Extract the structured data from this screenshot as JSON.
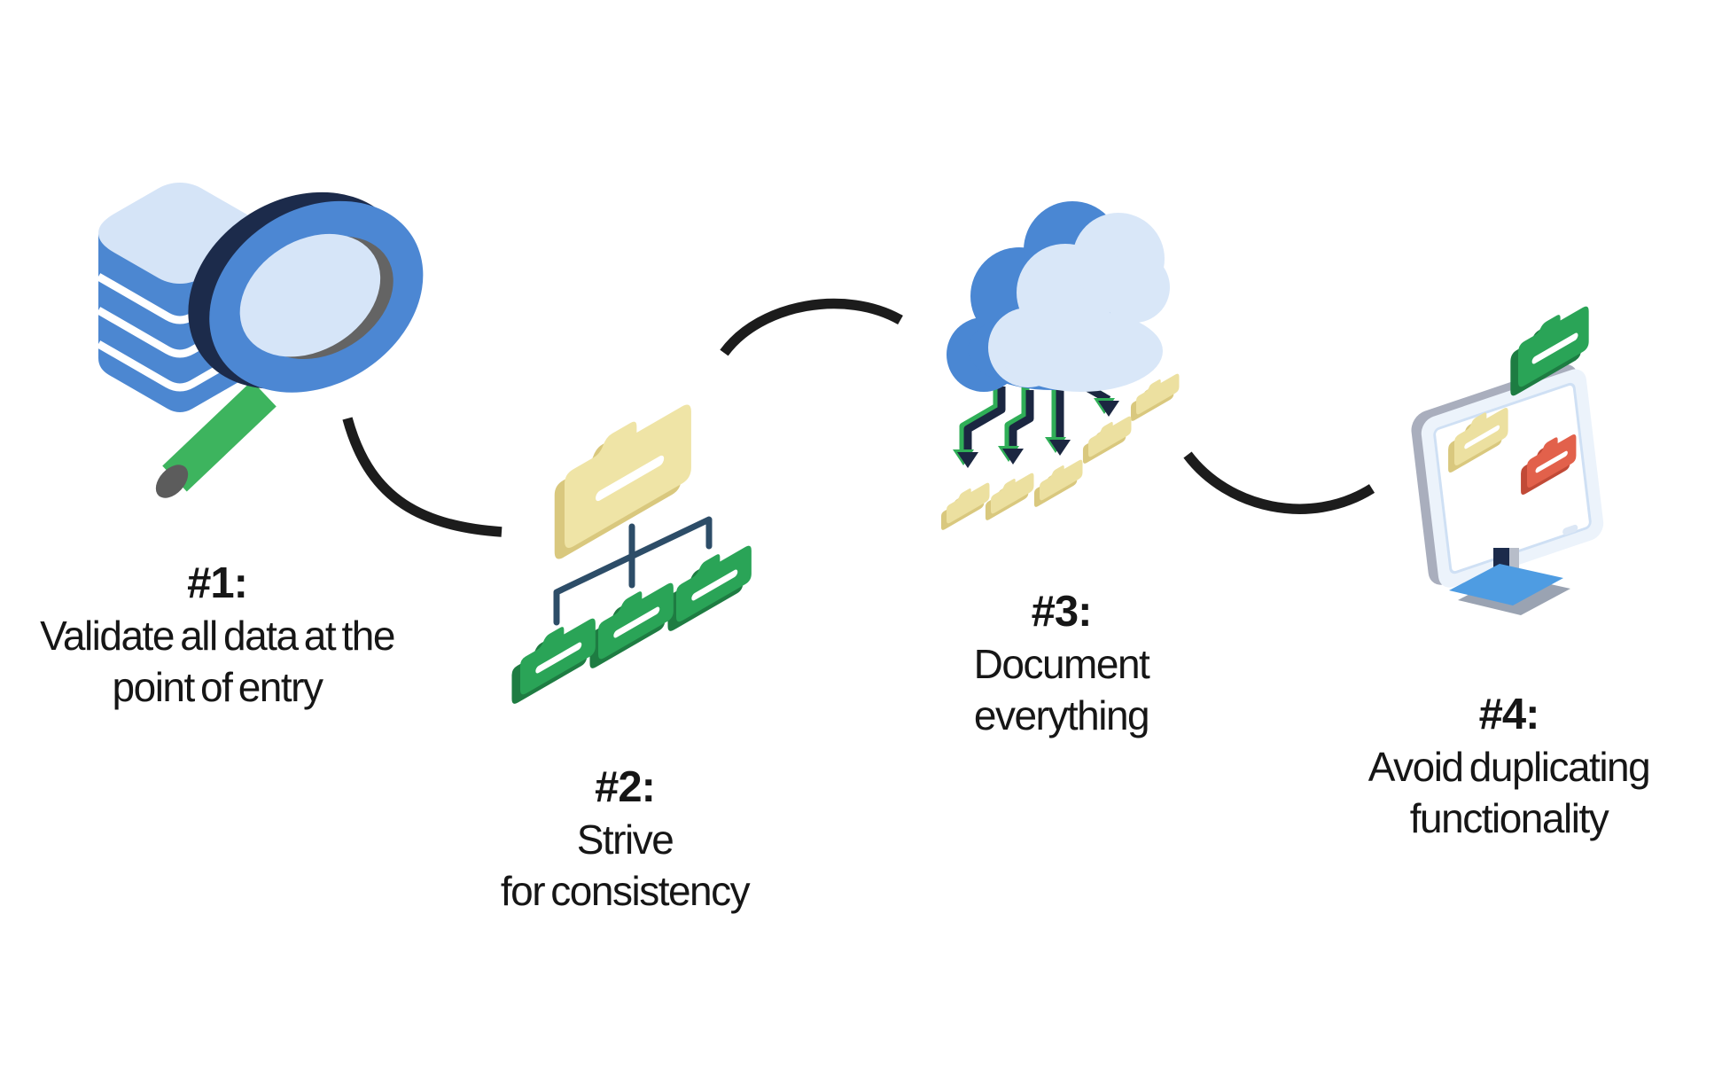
{
  "figure": {
    "type": "infographic-diagram",
    "background": "#ffffff",
    "steps": [
      {
        "number": "#1:",
        "line1": "Validate all data at the",
        "line2": "point of entry",
        "icon": "database-magnifier-icon"
      },
      {
        "number": "#2:",
        "line1": "Strive",
        "line2": "for consistency",
        "icon": "folder-hierarchy-icon"
      },
      {
        "number": "#3:",
        "line1": "Document",
        "line2": "everything",
        "icon": "cloud-sync-icon"
      },
      {
        "number": "#4:",
        "line1": "Avoid duplicating",
        "line2": "functionality",
        "icon": "monitor-folders-icon"
      }
    ],
    "colors": {
      "text": "#161616",
      "connector": "#1c1c1c",
      "blue": "#4c87d3",
      "light_blue": "#d6e5f8",
      "navy": "#1c2b4b",
      "circuit_navy": "#1b2741",
      "green": "#2aa457",
      "green_dark": "#1e7c42",
      "handle_green": "#3db45e",
      "yellow": "#ece0a0",
      "yellow_dark": "#d9c87e",
      "red": "#e2614b",
      "red_dark": "#c14a37",
      "tree_line": "#2d4d68",
      "frame_gray": "#a9aebd",
      "stand_blue": "#4e9ce2"
    }
  }
}
